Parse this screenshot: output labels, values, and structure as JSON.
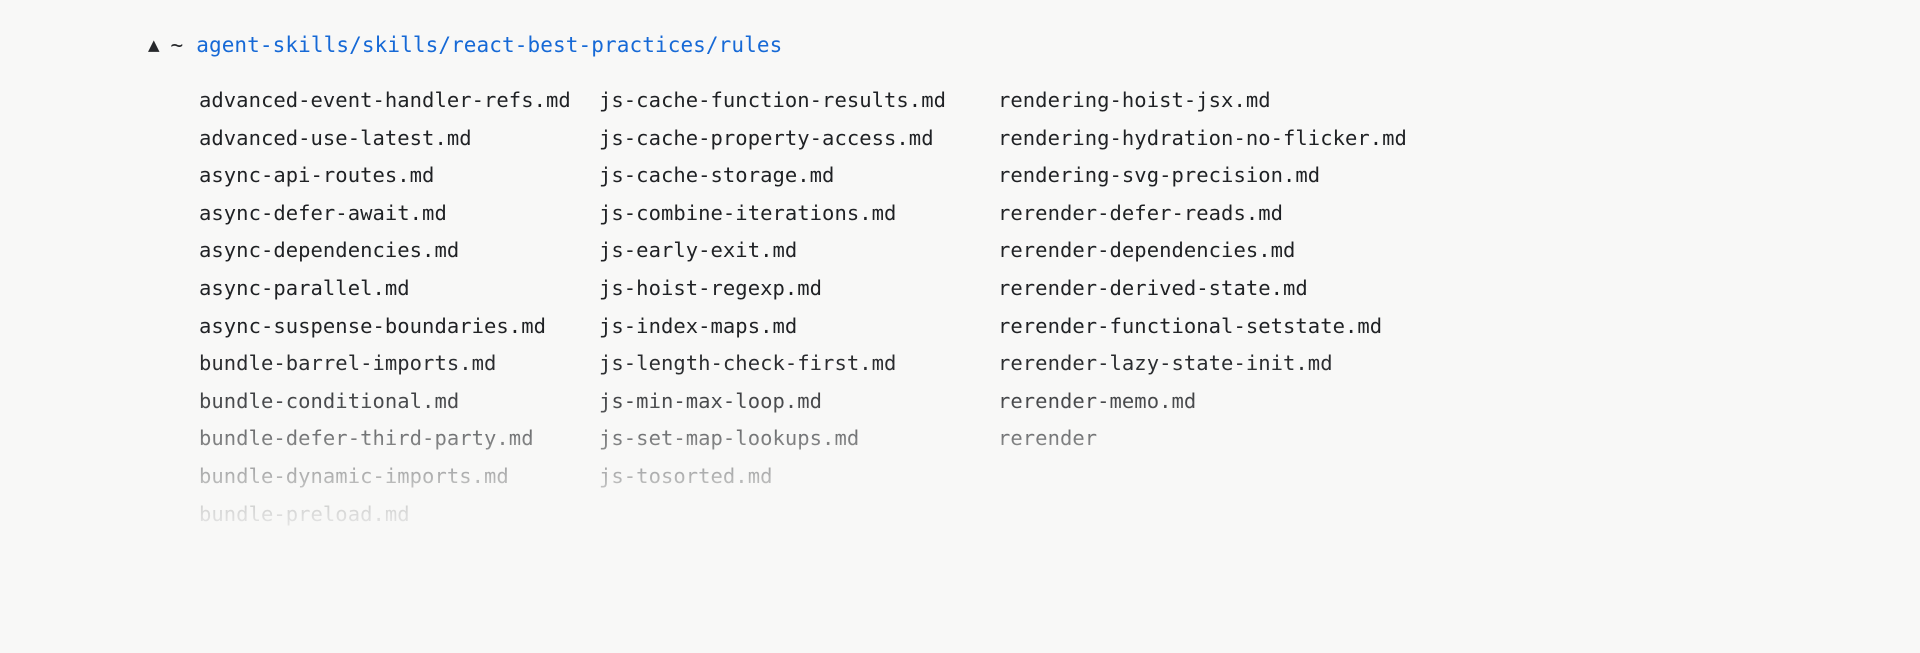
{
  "terminal": {
    "background_color": "#f8f8f7",
    "prompt": {
      "caret_icon": "triangle-up-icon",
      "caret_glyph": "▲",
      "tilde": "~",
      "path": "agent-skills/skills/react-best-practices/rules",
      "path_color": "#1669d6",
      "text_color": "#26282b"
    },
    "listing": {
      "columns": [
        {
          "name": "column-1",
          "files": [
            "advanced-event-handler-refs.md",
            "advanced-use-latest.md",
            "async-api-routes.md",
            "async-defer-await.md",
            "async-dependencies.md",
            "async-parallel.md",
            "async-suspense-boundaries.md",
            "bundle-barrel-imports.md",
            "bundle-conditional.md",
            "bundle-defer-third-party.md",
            "bundle-dynamic-imports.md",
            "bundle-preload.md"
          ]
        },
        {
          "name": "column-2",
          "files": [
            "js-cache-function-results.md",
            "js-cache-property-access.md",
            "js-cache-storage.md",
            "js-combine-iterations.md",
            "js-early-exit.md",
            "js-hoist-regexp.md",
            "js-index-maps.md",
            "js-length-check-first.md",
            "js-min-max-loop.md",
            "js-set-map-lookups.md",
            "js-tosorted.md",
            ""
          ]
        },
        {
          "name": "column-3",
          "files": [
            "rendering-hoist-jsx.md",
            "rendering-hydration-no-flicker.md",
            "rendering-svg-precision.md",
            "rerender-defer-reads.md",
            "rerender-dependencies.md",
            "rerender-derived-state.md",
            "rerender-functional-setstate.md",
            "rerender-lazy-state-init.md",
            "rerender-memo.md",
            "rerender",
            "",
            ""
          ]
        }
      ]
    }
  }
}
